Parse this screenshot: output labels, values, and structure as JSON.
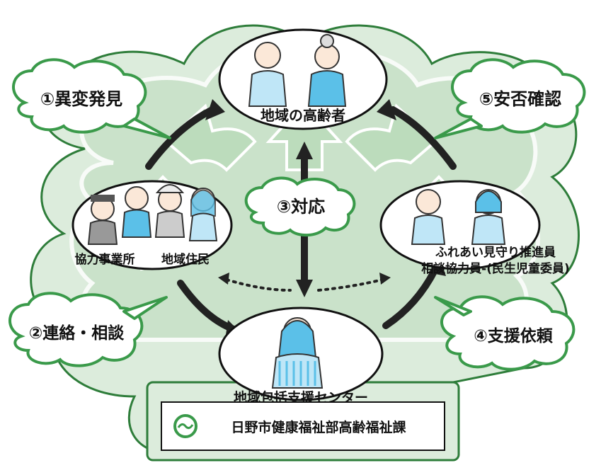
{
  "nodes": {
    "elderly": {
      "label": "地域の高齢者"
    },
    "cooperators": {
      "label_left": "協力事業所",
      "label_right": "地域住民"
    },
    "watchers": {
      "line1": "ふれあい見守り推進員",
      "line2": "相談協力員‐(民生児童委員)"
    },
    "center": {
      "label": "地域包括支援センター"
    }
  },
  "steps": {
    "s1": "①異変発見",
    "s2": "②連絡・相談",
    "s3": "③対応",
    "s4": "④支援依頼",
    "s5": "⑤安否確認"
  },
  "footer": {
    "department": "日野市健康福祉部高齢福祉課",
    "emblem_icon": "hino-city-emblem-icon"
  },
  "colors": {
    "background_green": "#cfe6cf",
    "outline": "#111111",
    "accent_green": "#3a9a4a",
    "figure_blue": "#5bc0e8"
  }
}
